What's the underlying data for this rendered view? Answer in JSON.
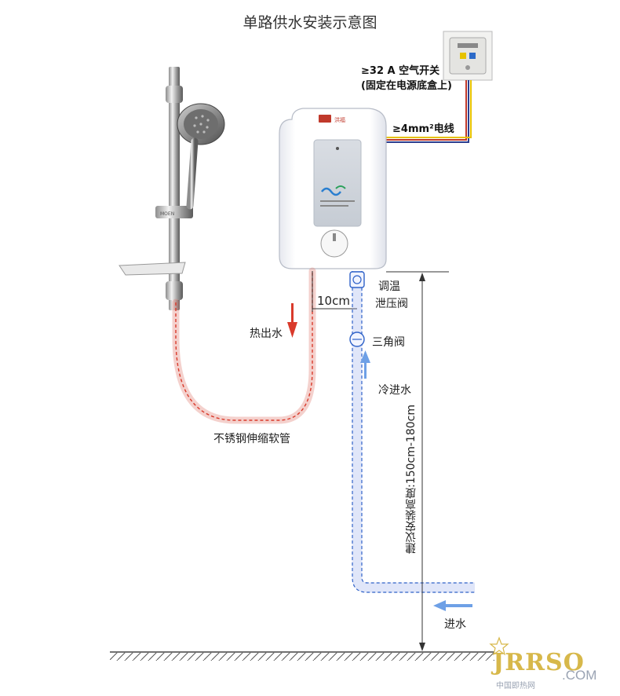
{
  "title": "单路供水安装示意图",
  "labels": {
    "breaker_line1": "≥32 A 空气开关",
    "breaker_line2": "(固定在电源底盒上)",
    "wire": "≥4mm²电线",
    "relief_valve_line1": "调温",
    "relief_valve_line2": "泄压阀",
    "gap": "10cm",
    "hot_out": "热出水",
    "angle_valve": "三角阀",
    "cold_in": "冷进水",
    "hose": "不锈钢伸缩软管",
    "height": "建议安装高度:150cm-180cm",
    "water_in": "进水"
  },
  "watermark": {
    "logo": "JRRSO",
    "com": ".COM",
    "cn": "中国即热网"
  },
  "colors": {
    "hot": "#d93a2b",
    "cold": "#2f62c8",
    "wire_red": "#c0392b",
    "wire_blue": "#2c3e8f",
    "wire_yellow": "#e6c200"
  }
}
